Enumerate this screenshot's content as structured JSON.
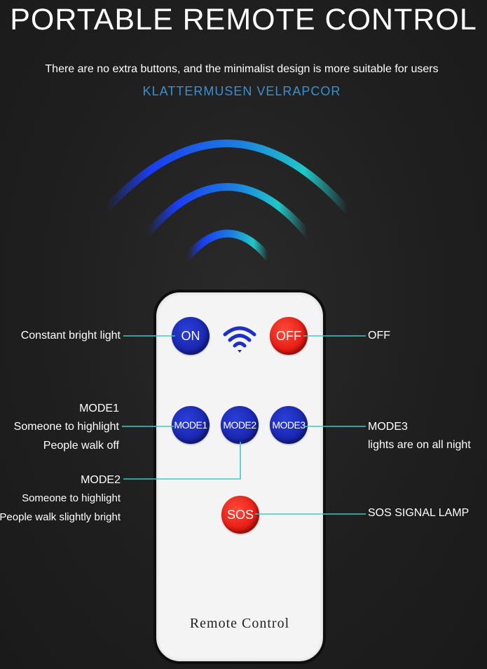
{
  "header": {
    "title": "PORTABLE REMOTE CONTROL",
    "subtitle": "There are no extra buttons, and the minimalist design is more suitable for users",
    "brand": "KLATTERMUSEN VELRAPCOR"
  },
  "colors": {
    "background": "#1f1f1f",
    "brand": "#3a8fd0",
    "button_blue": "#1a27b0",
    "button_red": "#e81c14",
    "leader_line": "#3ec9c6",
    "wave_blue": "#1a3cf0",
    "wave_cyan": "#20c8c8"
  },
  "remote": {
    "buttons": {
      "on": "ON",
      "off": "OFF",
      "mode1": "MODE1",
      "mode2": "MODE2",
      "mode3": "MODE3",
      "sos": "SOS"
    },
    "signal_icon": "wifi-icon",
    "label": "Remote Control"
  },
  "annotations": {
    "on": "Constant bright light",
    "off": "OFF",
    "mode1_title": "MODE1",
    "mode1_line1": "Someone to highlight",
    "mode1_line2": "People walk off",
    "mode3_title": "MODE3",
    "mode3_line1": "lights are on all night",
    "mode2_title": "MODE2",
    "mode2_line1": "Someone to highlight",
    "mode2_line2": "People walk slightly bright",
    "sos": "SOS SIGNAL LAMP"
  }
}
